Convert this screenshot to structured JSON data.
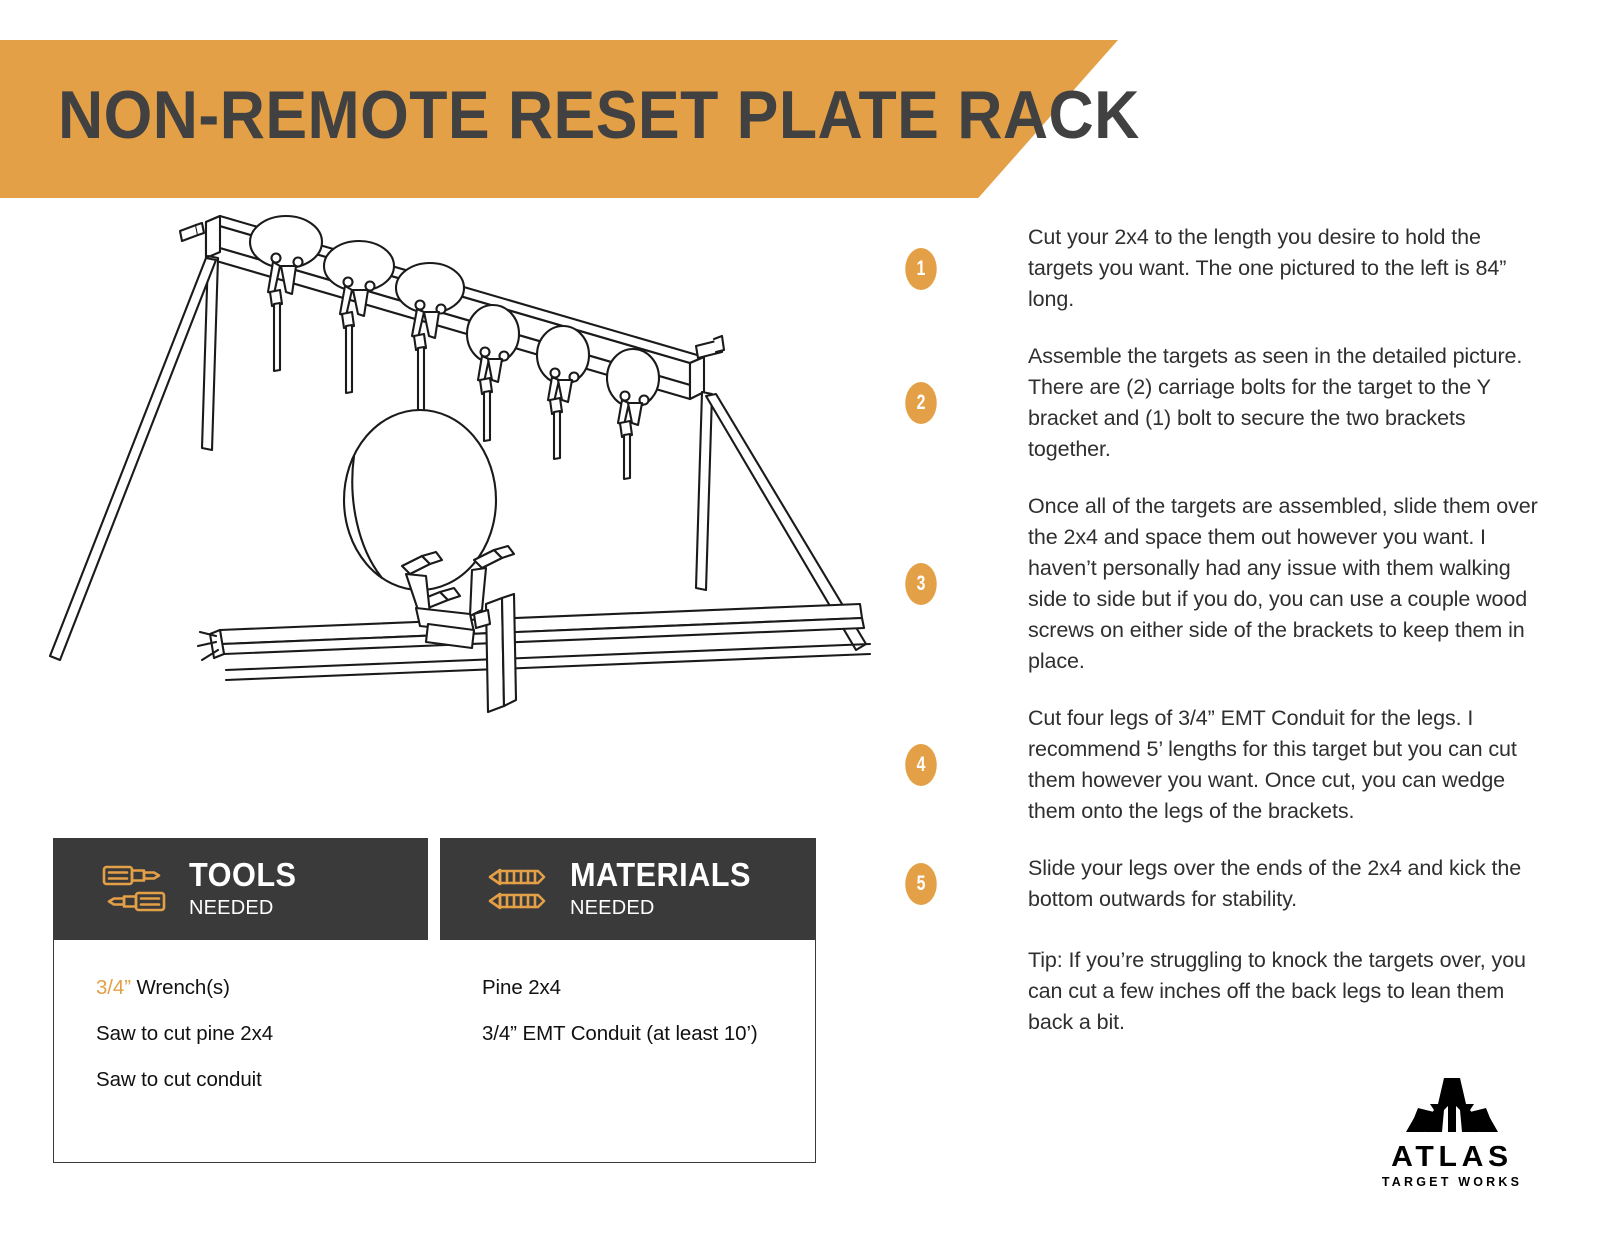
{
  "header": {
    "title": "NON-REMOTE RESET PLATE RACK",
    "banner_color": "#e4a047",
    "title_color": "#414141"
  },
  "illustration": {
    "main_caption": "isometric line drawing of a non-remote reset plate rack: a 2x4 beam with six round steel targets on Y brackets, supported by four splayed EMT conduit legs",
    "detail_caption": "close-up line drawing of one round target plate bolted to a Y bracket mounted over the 2x4 beam",
    "target_count": 6,
    "leg_count": 4
  },
  "steps": [
    {
      "number": "1",
      "text": "Cut your 2x4 to the length you desire to hold the targets you want. The one pictured to the left is 84” long."
    },
    {
      "number": "2",
      "text": "Assemble the targets as seen in the detailed picture. There are (2) carriage bolts for the target to the Y bracket and (1) bolt to secure the two brackets together."
    },
    {
      "number": "3",
      "text": "Once all of the targets are assembled, slide them over the 2x4 and space them out however you want. I haven’t personally had any issue with them walking side to side but if you do, you can use a couple wood screws on either side of the brackets to keep them in place."
    },
    {
      "number": "4",
      "text": "Cut four legs of 3/4” EMT Conduit for the legs. I recommend 5’ lengths for this target but you can cut them however you want. Once cut, you can wedge them onto the legs of the brackets."
    },
    {
      "number": "5",
      "text": "Slide your legs over the ends of the 2x4 and kick the bottom outwards for stability."
    }
  ],
  "tip": "Tip: If you’re struggling to knock the targets over, you can cut a few inches off the back legs to lean them back a bit.",
  "panel": {
    "tools": {
      "title": "TOOLS",
      "subtitle": "NEEDED",
      "icon": "screwdrivers-icon",
      "items": [
        {
          "accent": "3/4”",
          "text": " Wrench(s)"
        },
        {
          "accent": "",
          "text": "Saw to cut pine 2x4"
        },
        {
          "accent": "",
          "text": "Saw to cut conduit"
        }
      ]
    },
    "materials": {
      "title": "MATERIALS",
      "subtitle": "NEEDED",
      "icon": "screws-icon",
      "items": [
        {
          "accent": "",
          "text": "Pine 2x4"
        },
        {
          "accent": "",
          "text": "3/4” EMT Conduit (at least 10’)"
        }
      ]
    },
    "header_bg": "#3a3a3a",
    "accent_color": "#e4a047"
  },
  "logo": {
    "mark": "atlas-a-mark-icon",
    "word": "ATLAS",
    "sub": "TARGET WORKS"
  }
}
